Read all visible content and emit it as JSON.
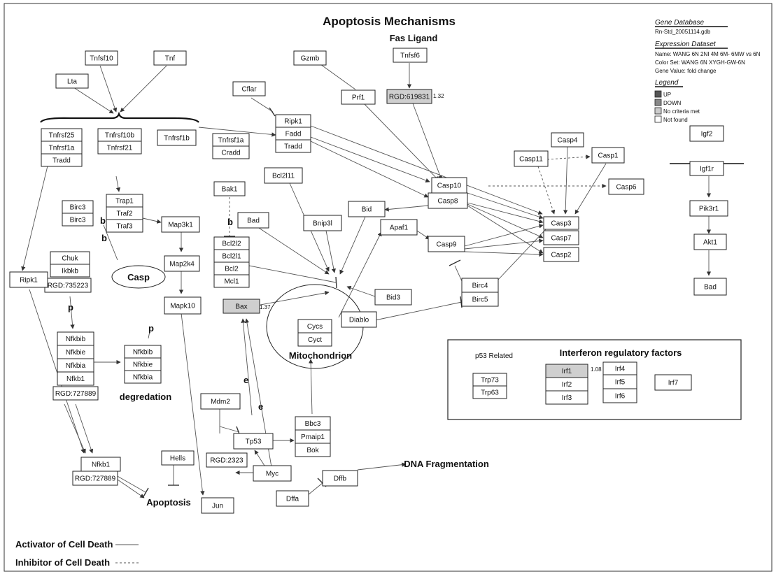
{
  "title": "Apoptosis Mechanisms",
  "labels": {
    "fas_ligand": "Fas Ligand",
    "casp": "Casp",
    "mitochondrion": "Mitochondrion",
    "degredation": "degredation",
    "apoptosis": "Apoptosis",
    "dna_fragmentation": "DNA Fragmentation",
    "p53_related": "p53 Related",
    "interferon": "Interferon regulatory factors",
    "activator": "Activator of Cell Death",
    "inhibitor": "Inhibitor of Cell Death"
  },
  "letters": {
    "b1": "b",
    "b2": "b",
    "b3": "b",
    "p1": "p",
    "p2": "p",
    "e1": "e",
    "e2": "e"
  },
  "values": {
    "rgd619831": "1.32",
    "bax": "1.37",
    "irf1": "1.08"
  },
  "info_panel": {
    "gene_db_heading": "Gene Database",
    "gene_db_value": "Rn-Std_20051114.gdb",
    "expr_heading": "Expression Dataset",
    "expr_name": "Name: WANG 6N 2NI 4M 6M- 6MW vs 6N",
    "expr_color_set": "Color Set: WANG 6N XYGH-GW-6N",
    "expr_gene_value": "Gene Value: fold change",
    "legend_heading": "Legend",
    "legend_items": [
      {
        "label": "UP",
        "color": "#555555"
      },
      {
        "label": "DOWN",
        "color": "#888888"
      },
      {
        "label": "No criteria met",
        "color": "#cccccc"
      },
      {
        "label": "Not found",
        "color": "#ffffff"
      }
    ]
  },
  "genes": {
    "tnfsf10": "Tnfsf10",
    "tnf": "Tnf",
    "lta": "Lta",
    "gzmb": "Gzmb",
    "tnfsf6": "Tnfsf6",
    "cflar": "Cflar",
    "prf1": "Prf1",
    "rgd619831": "RGD:619831",
    "tnfrsf25": "Tnfrsf25",
    "tnfrsf1a_l": "Tnfrsf1a",
    "tradd_l": "Tradd",
    "tnfrsf10b": "Tnfrsf10b",
    "tnfrsf21": "Tnfrsf21",
    "tnfrsf1b": "Tnfrsf1b",
    "ripk1_top": "Ripk1",
    "fadd": "Fadd",
    "tradd_c": "Tradd",
    "tnfrsf1a_c": "Tnfrsf1a",
    "cradd": "Cradd",
    "casp4": "Casp4",
    "casp11": "Casp11",
    "casp1": "Casp1",
    "igf2": "Igf2",
    "casp10": "Casp10",
    "casp6": "Casp6",
    "igf1r": "Igf1r",
    "bcl2l11": "Bcl2l11",
    "bak1": "Bak1",
    "bid": "Bid",
    "casp8": "Casp8",
    "pik3r1": "Pik3r1",
    "birc3a": "Birc3",
    "birc3b": "Birc3",
    "trap1": "Trap1",
    "traf2": "Traf2",
    "traf3": "Traf3",
    "map3k1": "Map3k1",
    "bad_c": "Bad",
    "bnip3l": "Bnip3l",
    "apaf1": "Apaf1",
    "casp3": "Casp3",
    "casp7": "Casp7",
    "casp2": "Casp2",
    "casp9": "Casp9",
    "akt1": "Akt1",
    "map2k4": "Map2k4",
    "bcl2l2": "Bcl2l2",
    "bcl2l1": "Bcl2l1",
    "bcl2": "Bcl2",
    "mcl1": "Mcl1",
    "chuk": "Chuk",
    "ikbkb": "Ikbkb",
    "rgd735223": "RGD:735223",
    "ripk1_left": "Ripk1",
    "bad_r": "Bad",
    "birc4": "Birc4",
    "birc5": "Birc5",
    "bid3": "Bid3",
    "mapk10": "Mapk10",
    "bax": "Bax",
    "diablo": "Diablo",
    "cycs": "Cycs",
    "cyct": "Cyct",
    "nfkbib_l": "Nfkbib",
    "nfkbie_l": "Nfkbie",
    "nfkbia_l": "Nfkbia",
    "nfkb1_l": "Nfkb1",
    "rgd727889a": "RGD:727889",
    "nfkbib_r": "Nfkbib",
    "nfkbie_r": "Nfkbie",
    "nfkbia_r": "Nfkbia",
    "trp73": "Trp73",
    "trp63": "Trp63",
    "irf1": "Irf1",
    "irf2": "Irf2",
    "irf3": "Irf3",
    "irf4": "Irf4",
    "irf5": "Irf5",
    "irf6": "Irf6",
    "irf7": "Irf7",
    "mdm2": "Mdm2",
    "tp53": "Tp53",
    "rgd2323": "RGD:2323",
    "bbc3": "Bbc3",
    "pmaip1": "Pmaip1",
    "bok": "Bok",
    "hells": "Hells",
    "nfkb1_b": "Nfkb1",
    "rgd727889b": "RGD:727889",
    "myc": "Myc",
    "dffb": "Dffb",
    "dffa": "Dffa",
    "jun": "Jun"
  }
}
